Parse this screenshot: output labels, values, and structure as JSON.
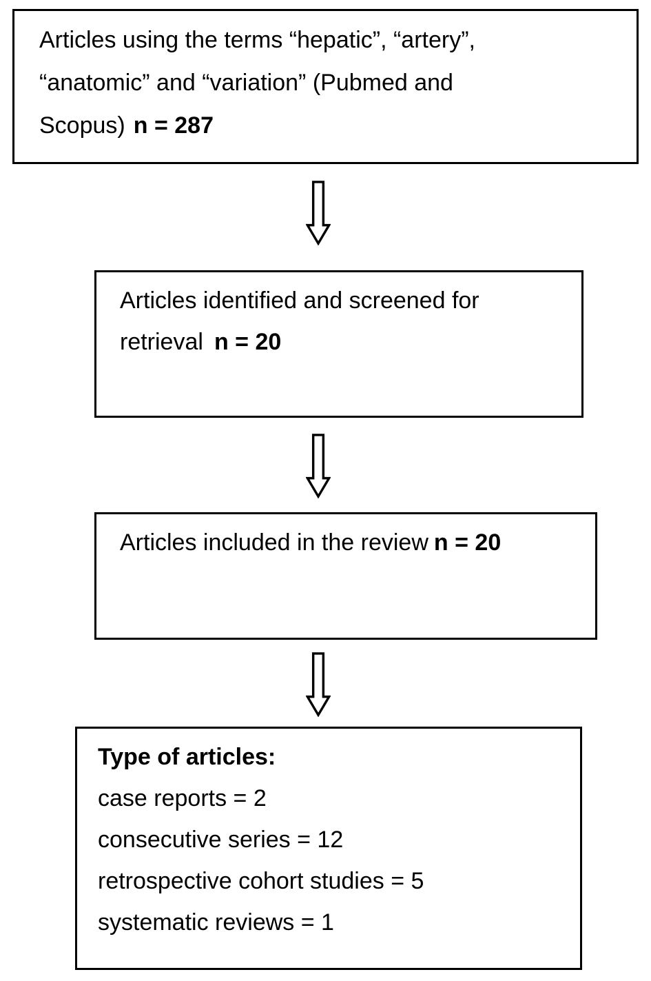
{
  "page": {
    "background_color": "#ffffff",
    "border_color": "#000000",
    "text_color": "#000000"
  },
  "flowchart": {
    "search_box": {
      "lines": [
        "Articles using the terms “hepatic”, “artery”,",
        "“anatomic” and “variation” (Pubmed and",
        "Scopus)"
      ],
      "count": "n = 287"
    },
    "screened_box": {
      "line1": "Articles identified and screened for",
      "line2": "retrieval",
      "count": "n = 20"
    },
    "included_box": {
      "text": "Articles included in the review",
      "count": "n = 20"
    },
    "types_box": {
      "heading": "Type of articles:",
      "items": [
        "case reports = 2",
        "consecutive series = 12",
        "retrospective cohort studies = 5",
        "systematic reviews = 1"
      ]
    }
  }
}
